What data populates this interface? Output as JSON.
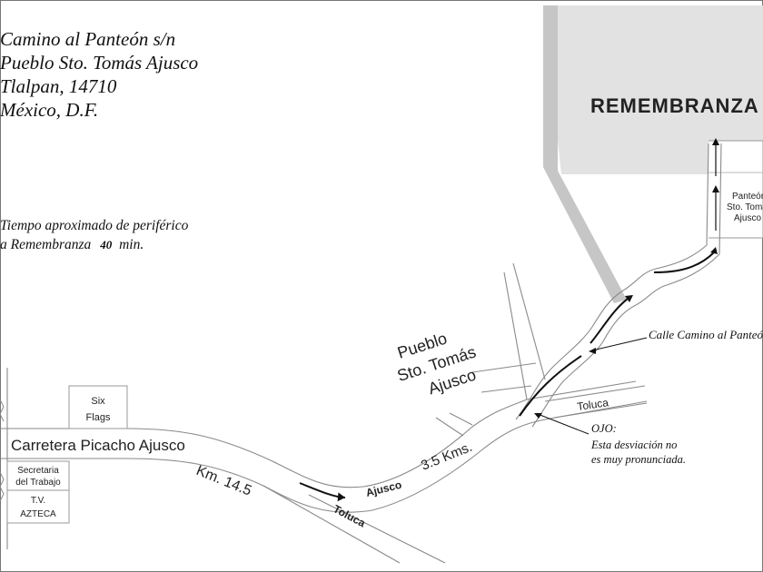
{
  "address": {
    "line1": "Camino al Panteón s/n",
    "line2": "Pueblo Sto. Tomás Ajusco",
    "line3": "Tlalpan, 14710",
    "line4": "México, D.F."
  },
  "travel_time": {
    "line1": "Tiempo aproximado de periférico",
    "line2_prefix": "a Remembranza",
    "minutes": "40",
    "unit": "min."
  },
  "destination": {
    "name": "REMEMBRANZA",
    "cemetery_label_line1": "Panteón",
    "cemetery_label_line2": "Sto. Tomás",
    "cemetery_label_line3": "Ajusco"
  },
  "roads": {
    "main_highway": "Carretera Picacho Ajusco",
    "km_marker": "Km. 14.5",
    "toluca_lower": "Toluca",
    "ajusco": "Ajusco",
    "distance": "3.5 Kms.",
    "toluca_upper": "Toluca",
    "street_callout": "Calle Camino al Panteón"
  },
  "places": {
    "six_flags_line1": "Six",
    "six_flags_line2": "Flags",
    "secretaria_line1": "Secretaria",
    "secretaria_line2": "del Trabajo",
    "tv_azteca_line1": "T.V.",
    "tv_azteca_line2": "AZTECA",
    "pueblo_line1": "Pueblo",
    "pueblo_line2": "Sto. Tomás",
    "pueblo_line3": "Ajusco"
  },
  "note": {
    "title": "OJO:",
    "line1": "Esta desviación no",
    "line2": "es muy pronunciada."
  },
  "colors": {
    "destination_area": "#e2e2e2",
    "boundary_band": "#c6c6c6",
    "ink": "#111111"
  }
}
